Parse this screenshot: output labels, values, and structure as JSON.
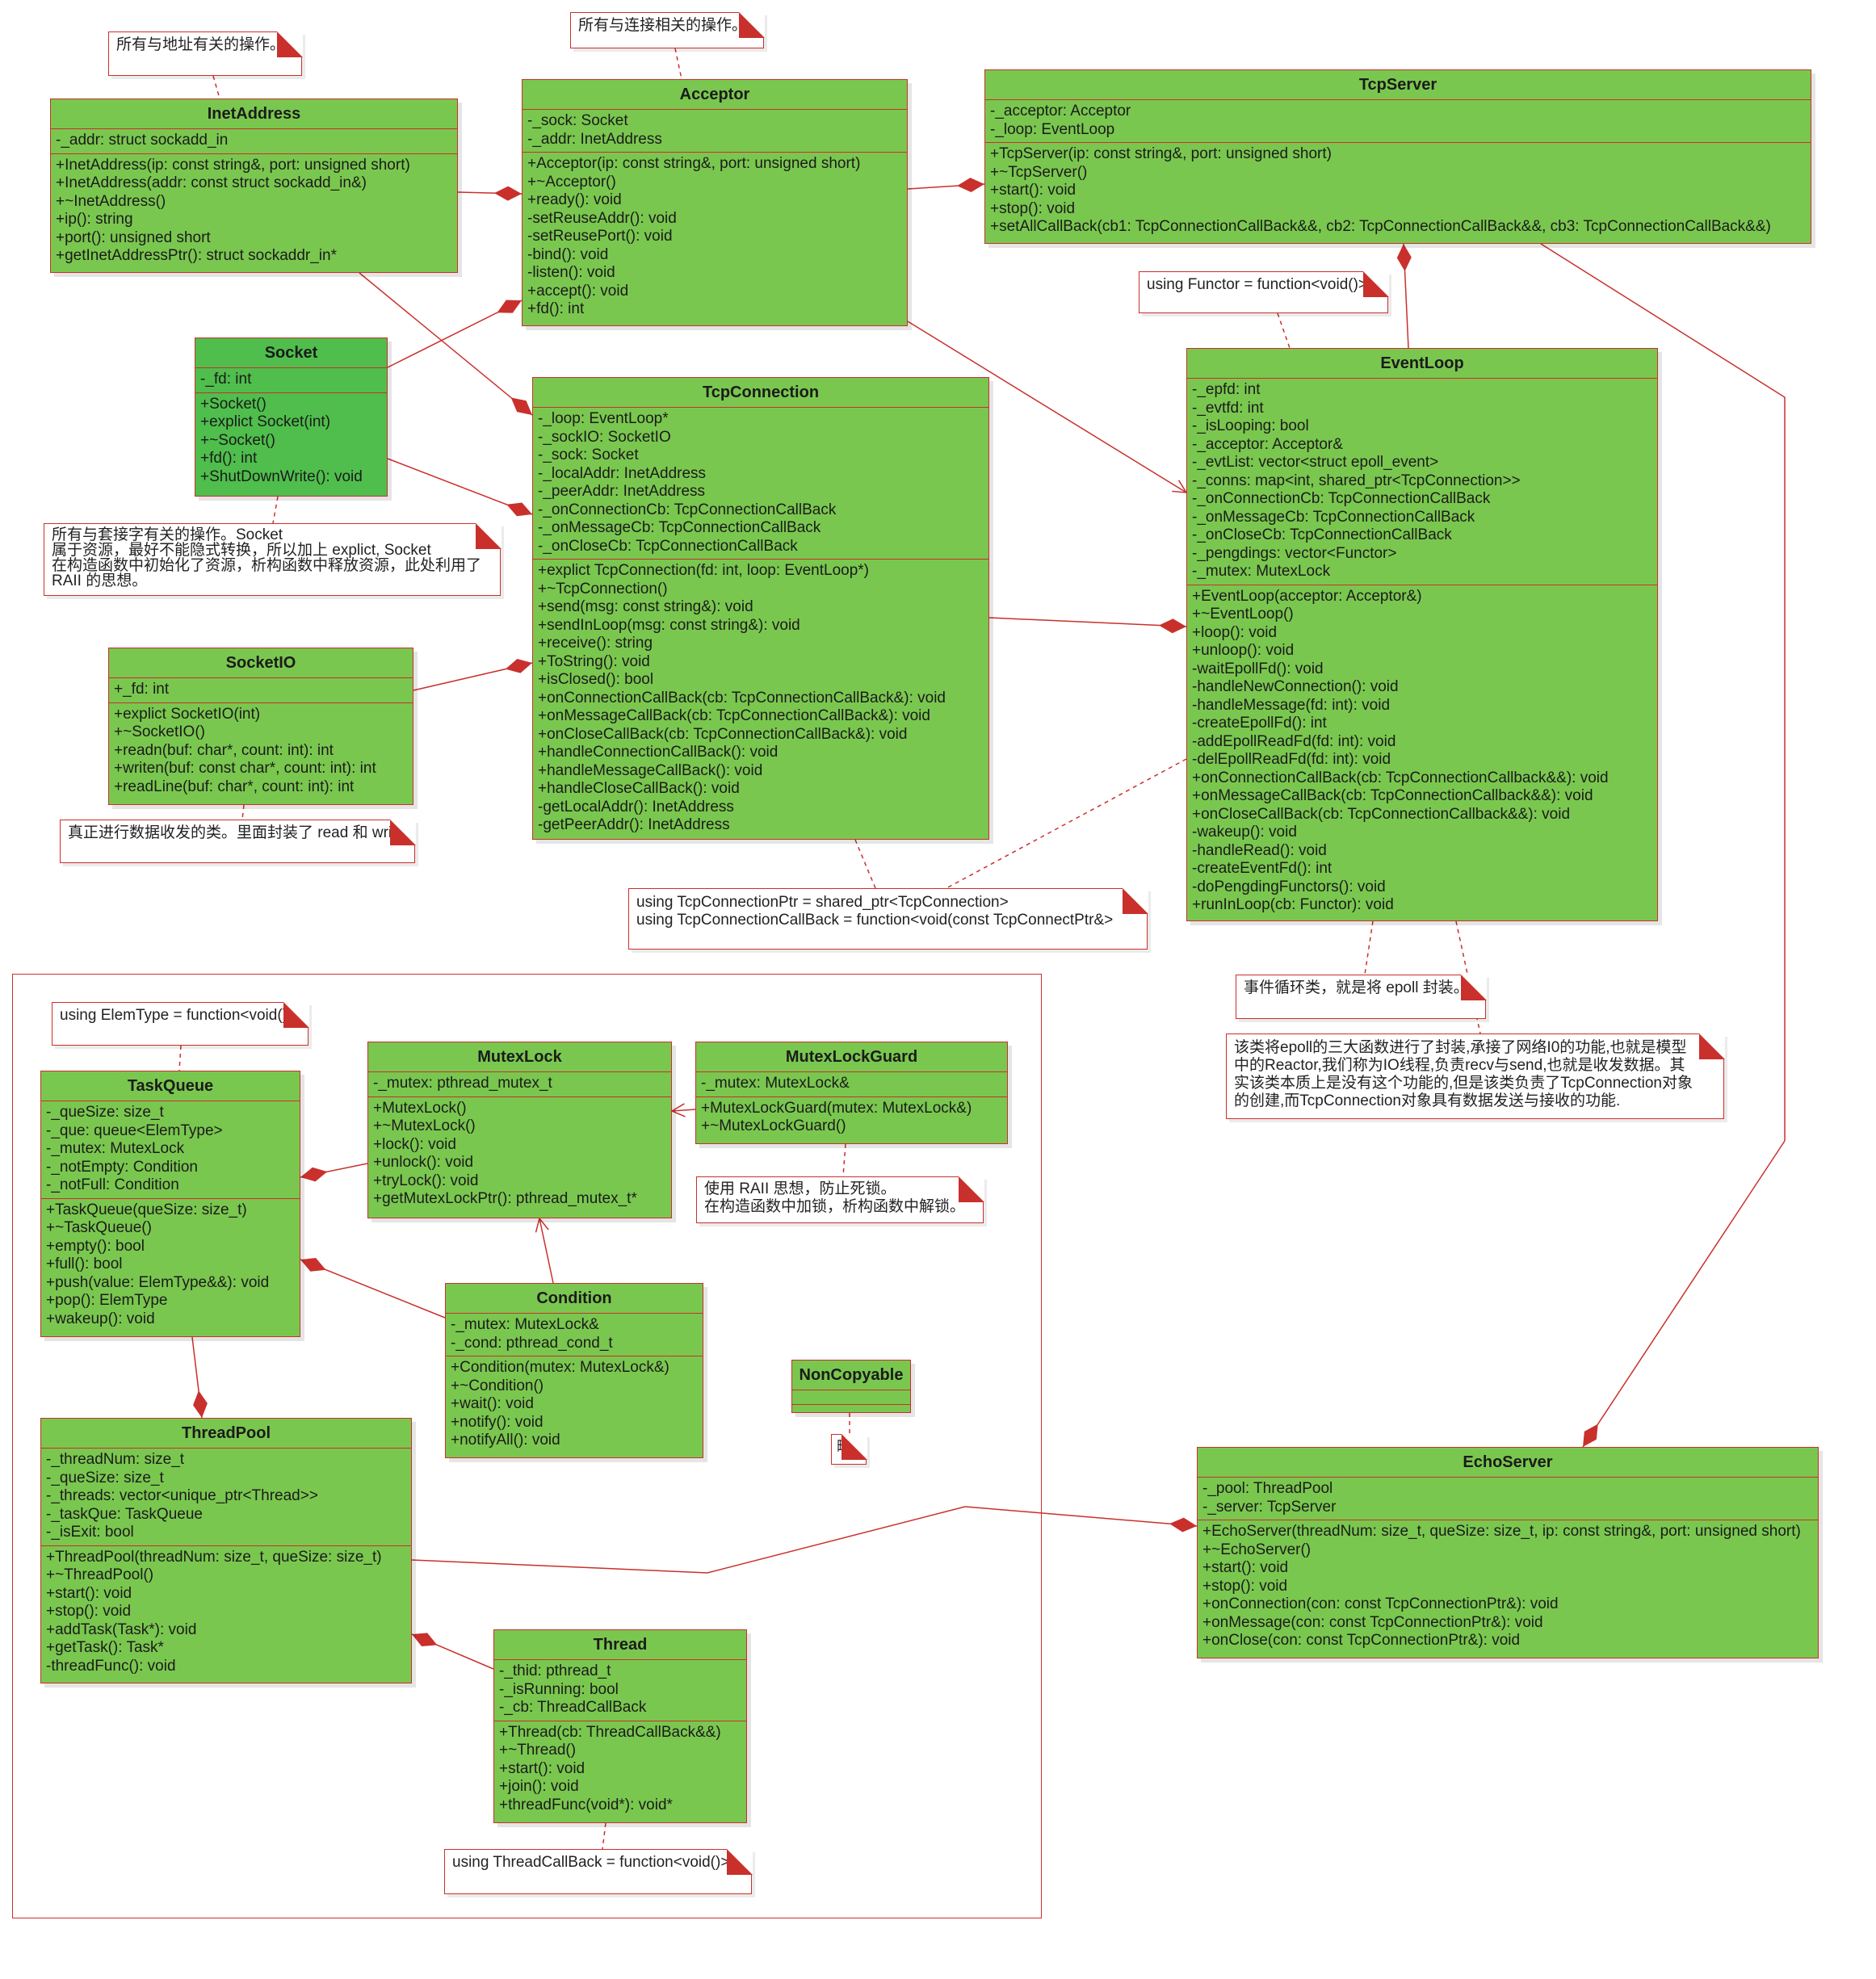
{
  "colors": {
    "class_fill": "#7ac74f",
    "class_fill_dark": "#4fbe4c",
    "border": "#c9302c",
    "note_fill": "#ffffff"
  },
  "classes": {
    "InetAddress": {
      "name": "InetAddress",
      "attrs": [
        "-_addr: struct sockadd_in"
      ],
      "ops": [
        "+InetAddress(ip: const string&, port: unsigned short)",
        "+InetAddress(addr: const struct sockadd_in&)",
        "+~InetAddress()",
        "+ip(): string",
        "+port(): unsigned short",
        "+getInetAddressPtr(): struct sockaddr_in*"
      ]
    },
    "Acceptor": {
      "name": "Acceptor",
      "attrs": [
        "-_sock: Socket",
        "-_addr: InetAddress"
      ],
      "ops": [
        "+Acceptor(ip: const string&, port: unsigned short)",
        "+~Acceptor()",
        "+ready(): void",
        "-setReuseAddr(): void",
        "-setReusePort(): void",
        "-bind(): void",
        "-listen(): void",
        "+accept(): void",
        "+fd(): int"
      ]
    },
    "TcpServer": {
      "name": "TcpServer",
      "attrs": [
        "-_acceptor: Acceptor",
        "-_loop: EventLoop"
      ],
      "ops": [
        "+TcpServer(ip: const string&, port: unsigned short)",
        "+~TcpServer()",
        "+start(): void",
        "+stop(): void",
        "+setAllCallBack(cb1: TcpConnectionCallBack&&, cb2: TcpConnectionCallBack&&, cb3: TcpConnectionCallBack&&)"
      ]
    },
    "Socket": {
      "name": "Socket",
      "attrs": [
        "-_fd: int"
      ],
      "ops": [
        "+Socket()",
        "+explict Socket(int)",
        "+~Socket()",
        "+fd(): int",
        "+ShutDownWrite(): void"
      ]
    },
    "TcpConnection": {
      "name": "TcpConnection",
      "attrs": [
        "-_loop: EventLoop*",
        "-_sockIO: SocketIO",
        "-_sock: Socket",
        "-_localAddr: InetAddress",
        "-_peerAddr: InetAddress",
        "-_onConnectionCb: TcpConnectionCallBack",
        "-_onMessageCb: TcpConnectionCallBack",
        "-_onCloseCb: TcpConnectionCallBack"
      ],
      "ops": [
        "+explict TcpConnection(fd: int, loop: EventLoop*)",
        "+~TcpConnection()",
        "+send(msg: const string&): void",
        "+sendInLoop(msg: const string&): void",
        "+receive(): string",
        "+ToString(): void",
        "+isClosed(): bool",
        "+onConnectionCallBack(cb: TcpConnectionCallBack&): void",
        "+onMessageCallBack(cb: TcpConnectionCallBack&): void",
        "+onCloseCallBack(cb: TcpConnectionCallBack&): void",
        "+handleConnectionCallBack(): void",
        "+handleMessageCallBack(): void",
        "+handleCloseCallBack(): void",
        "-getLocalAddr(): InetAddress",
        "-getPeerAddr(): InetAddress"
      ]
    },
    "EventLoop": {
      "name": "EventLoop",
      "attrs": [
        "-_epfd: int",
        "-_evtfd: int",
        "-_isLooping: bool",
        "-_acceptor: Acceptor&",
        "-_evtList: vector<struct epoll_event>",
        "-_conns: map<int, shared_ptr<TcpConnection>>",
        "-_onConnectionCb: TcpConnectionCallBack",
        "-_onMessageCb: TcpConnectionCallBack",
        "-_onCloseCb: TcpConnectionCallBack",
        "-_pengdings: vector<Functor>",
        "-_mutex: MutexLock"
      ],
      "ops": [
        "+EventLoop(acceptor: Acceptor&)",
        "+~EventLoop()",
        "+loop(): void",
        "+unloop(): void",
        "-waitEpollFd(): void",
        "-handleNewConnection(): void",
        "-handleMessage(fd: int): void",
        "-createEpollFd(): int",
        "-addEpollReadFd(fd: int): void",
        "-delEpollReadFd(fd: int): void",
        "+onConnectionCallBack(cb: TcpConnectionCallback&&): void",
        "+onMessageCallBack(cb: TcpConnectionCallback&&): void",
        "+onCloseCallBack(cb: TcpConnectionCallback&&): void",
        "-wakeup(): void",
        "-handleRead(): void",
        "-createEventFd(): int",
        "-doPengdingFunctors(): void",
        "+runInLoop(cb: Functor): void"
      ]
    },
    "SocketIO": {
      "name": "SocketIO",
      "attrs": [
        "+_fd: int"
      ],
      "ops": [
        "+explict SocketIO(int)",
        "+~SocketIO()",
        "+readn(buf: char*, count: int): int",
        "+writen(buf: const char*, count: int): int",
        "+readLine(buf: char*, count: int): int"
      ]
    },
    "MutexLock": {
      "name": "MutexLock",
      "attrs": [
        "-_mutex: pthread_mutex_t"
      ],
      "ops": [
        "+MutexLock()",
        "+~MutexLock()",
        "+lock(): void",
        "+unlock(): void",
        "+tryLock(): void",
        "+getMutexLockPtr(): pthread_mutex_t*"
      ]
    },
    "MutexLockGuard": {
      "name": "MutexLockGuard",
      "attrs": [
        "-_mutex: MutexLock&"
      ],
      "ops": [
        "+MutexLockGuard(mutex: MutexLock&)",
        "+~MutexLockGuard()"
      ]
    },
    "TaskQueue": {
      "name": "TaskQueue",
      "attrs": [
        "-_queSize: size_t",
        "-_que: queue<ElemType>",
        "-_mutex: MutexLock",
        "-_notEmpty: Condition",
        "-_notFull: Condition"
      ],
      "ops": [
        "+TaskQueue(queSize: size_t)",
        "+~TaskQueue()",
        "+empty(): bool",
        "+full(): bool",
        "+push(value: ElemType&&): void",
        "+pop(): ElemType",
        "+wakeup(): void"
      ]
    },
    "Condition": {
      "name": "Condition",
      "attrs": [
        "-_mutex: MutexLock&",
        "-_cond: pthread_cond_t"
      ],
      "ops": [
        "+Condition(mutex: MutexLock&)",
        "+~Condition()",
        "+wait(): void",
        "+notify(): void",
        "+notifyAll(): void"
      ]
    },
    "NonCopyable": {
      "name": "NonCopyable",
      "attrs": [],
      "ops": []
    },
    "ThreadPool": {
      "name": "ThreadPool",
      "attrs": [
        "-_threadNum: size_t",
        "-_queSize: size_t",
        "-_threads: vector<unique_ptr<Thread>>",
        "-_taskQue: TaskQueue",
        "-_isExit: bool"
      ],
      "ops": [
        "+ThreadPool(threadNum: size_t, queSize: size_t)",
        "+~ThreadPool()",
        "+start(): void",
        "+stop(): void",
        "+addTask(Task*): void",
        "+getTask(): Task*",
        "-threadFunc(): void"
      ]
    },
    "EchoServer": {
      "name": "EchoServer",
      "attrs": [
        "-_pool: ThreadPool",
        "-_server: TcpServer"
      ],
      "ops": [
        "+EchoServer(threadNum: size_t, queSize: size_t, ip: const string&, port: unsigned short)",
        "+~EchoServer()",
        "+start(): void",
        "+stop(): void",
        "+onConnection(con: const TcpConnectionPtr&): void",
        "+onMessage(con: const TcpConnectionPtr&): void",
        "+onClose(con: const TcpConnectionPtr&): void"
      ]
    },
    "Thread": {
      "name": "Thread",
      "attrs": [
        "-_thid: pthread_t",
        "-_isRunning: bool",
        "-_cb: ThreadCallBack"
      ],
      "ops": [
        "+Thread(cb: ThreadCallBack&&)",
        "+~Thread()",
        "+start(): void",
        "+join(): void",
        "+threadFunc(void*): void*"
      ]
    }
  },
  "notes": {
    "n_addr": "所有与地址有关的操作。",
    "n_conn": "所有与连接相关的操作。",
    "n_functor": "using Functor = function<void()>",
    "n_socket": "所有与套接字有关的操作。Socket\n属于资源，最好不能隐式转换，所以加上 explict, Socket\n在构造函数中初始化了资源，析构函数中释放资源，此处利用了\nRAII 的思想。",
    "n_socketio": "真正进行数据收发的类。里面封装了 read 和 write",
    "n_tcpconnptr": "using TcpConnectionPtr = shared_ptr<TcpConnection>\nusing TcpConnectionCallBack = function<void(const TcpConnectPtr&>",
    "n_eventloop": "事件循环类，就是将 epoll 封装。",
    "n_eventloop2": "该类将epoll的三大函数进行了封装,承接了网络I0的功能,也就是模型\n中的Reactor,我们称为IO线程,负责recv与send,也就是收发数据。其\n实该类本质上是没有这个功能的,但是该类负责了TcpConnection对象\n的创建,而TcpConnection对象具有数据发送与接收的功能.",
    "n_elemtype": "using ElemType = function<void()>",
    "n_raii": "使用 RAII 思想，防止死锁。\n在构造函数中加锁，析构函数中解锁。",
    "n_lue": "略",
    "n_threadcb": "using ThreadCallBack = function<void()>"
  }
}
